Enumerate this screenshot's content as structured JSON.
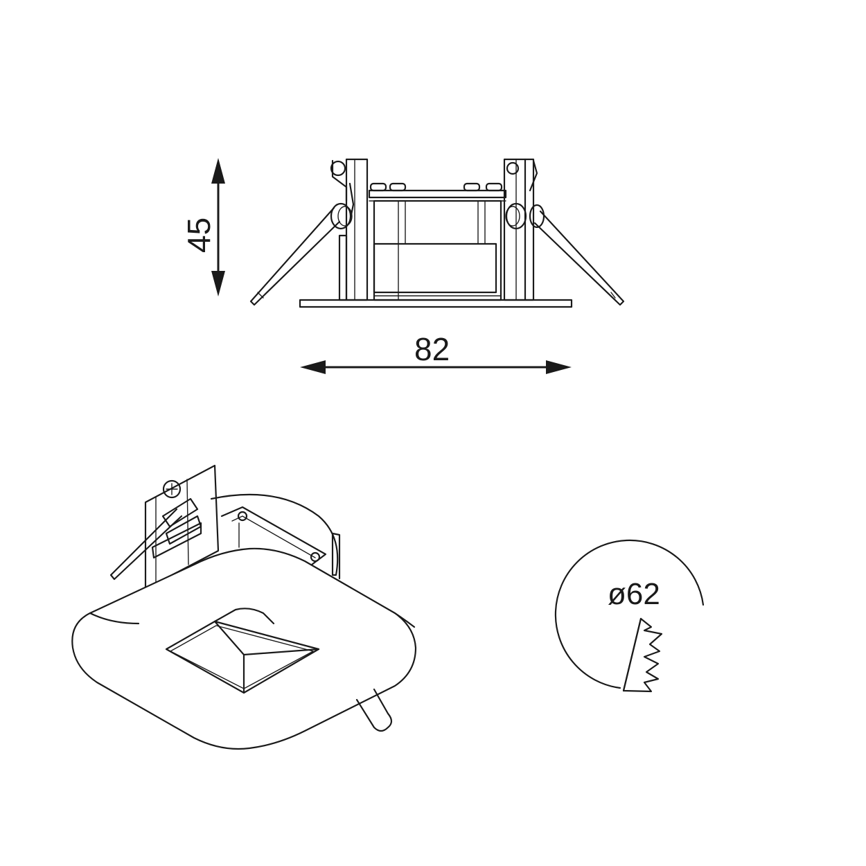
{
  "dimensions": {
    "height": {
      "value": "45"
    },
    "width": {
      "value": "82"
    },
    "cutout": {
      "value": "ø62"
    }
  },
  "colors": {
    "line": "#1a1a1a",
    "background": "#ffffff"
  }
}
